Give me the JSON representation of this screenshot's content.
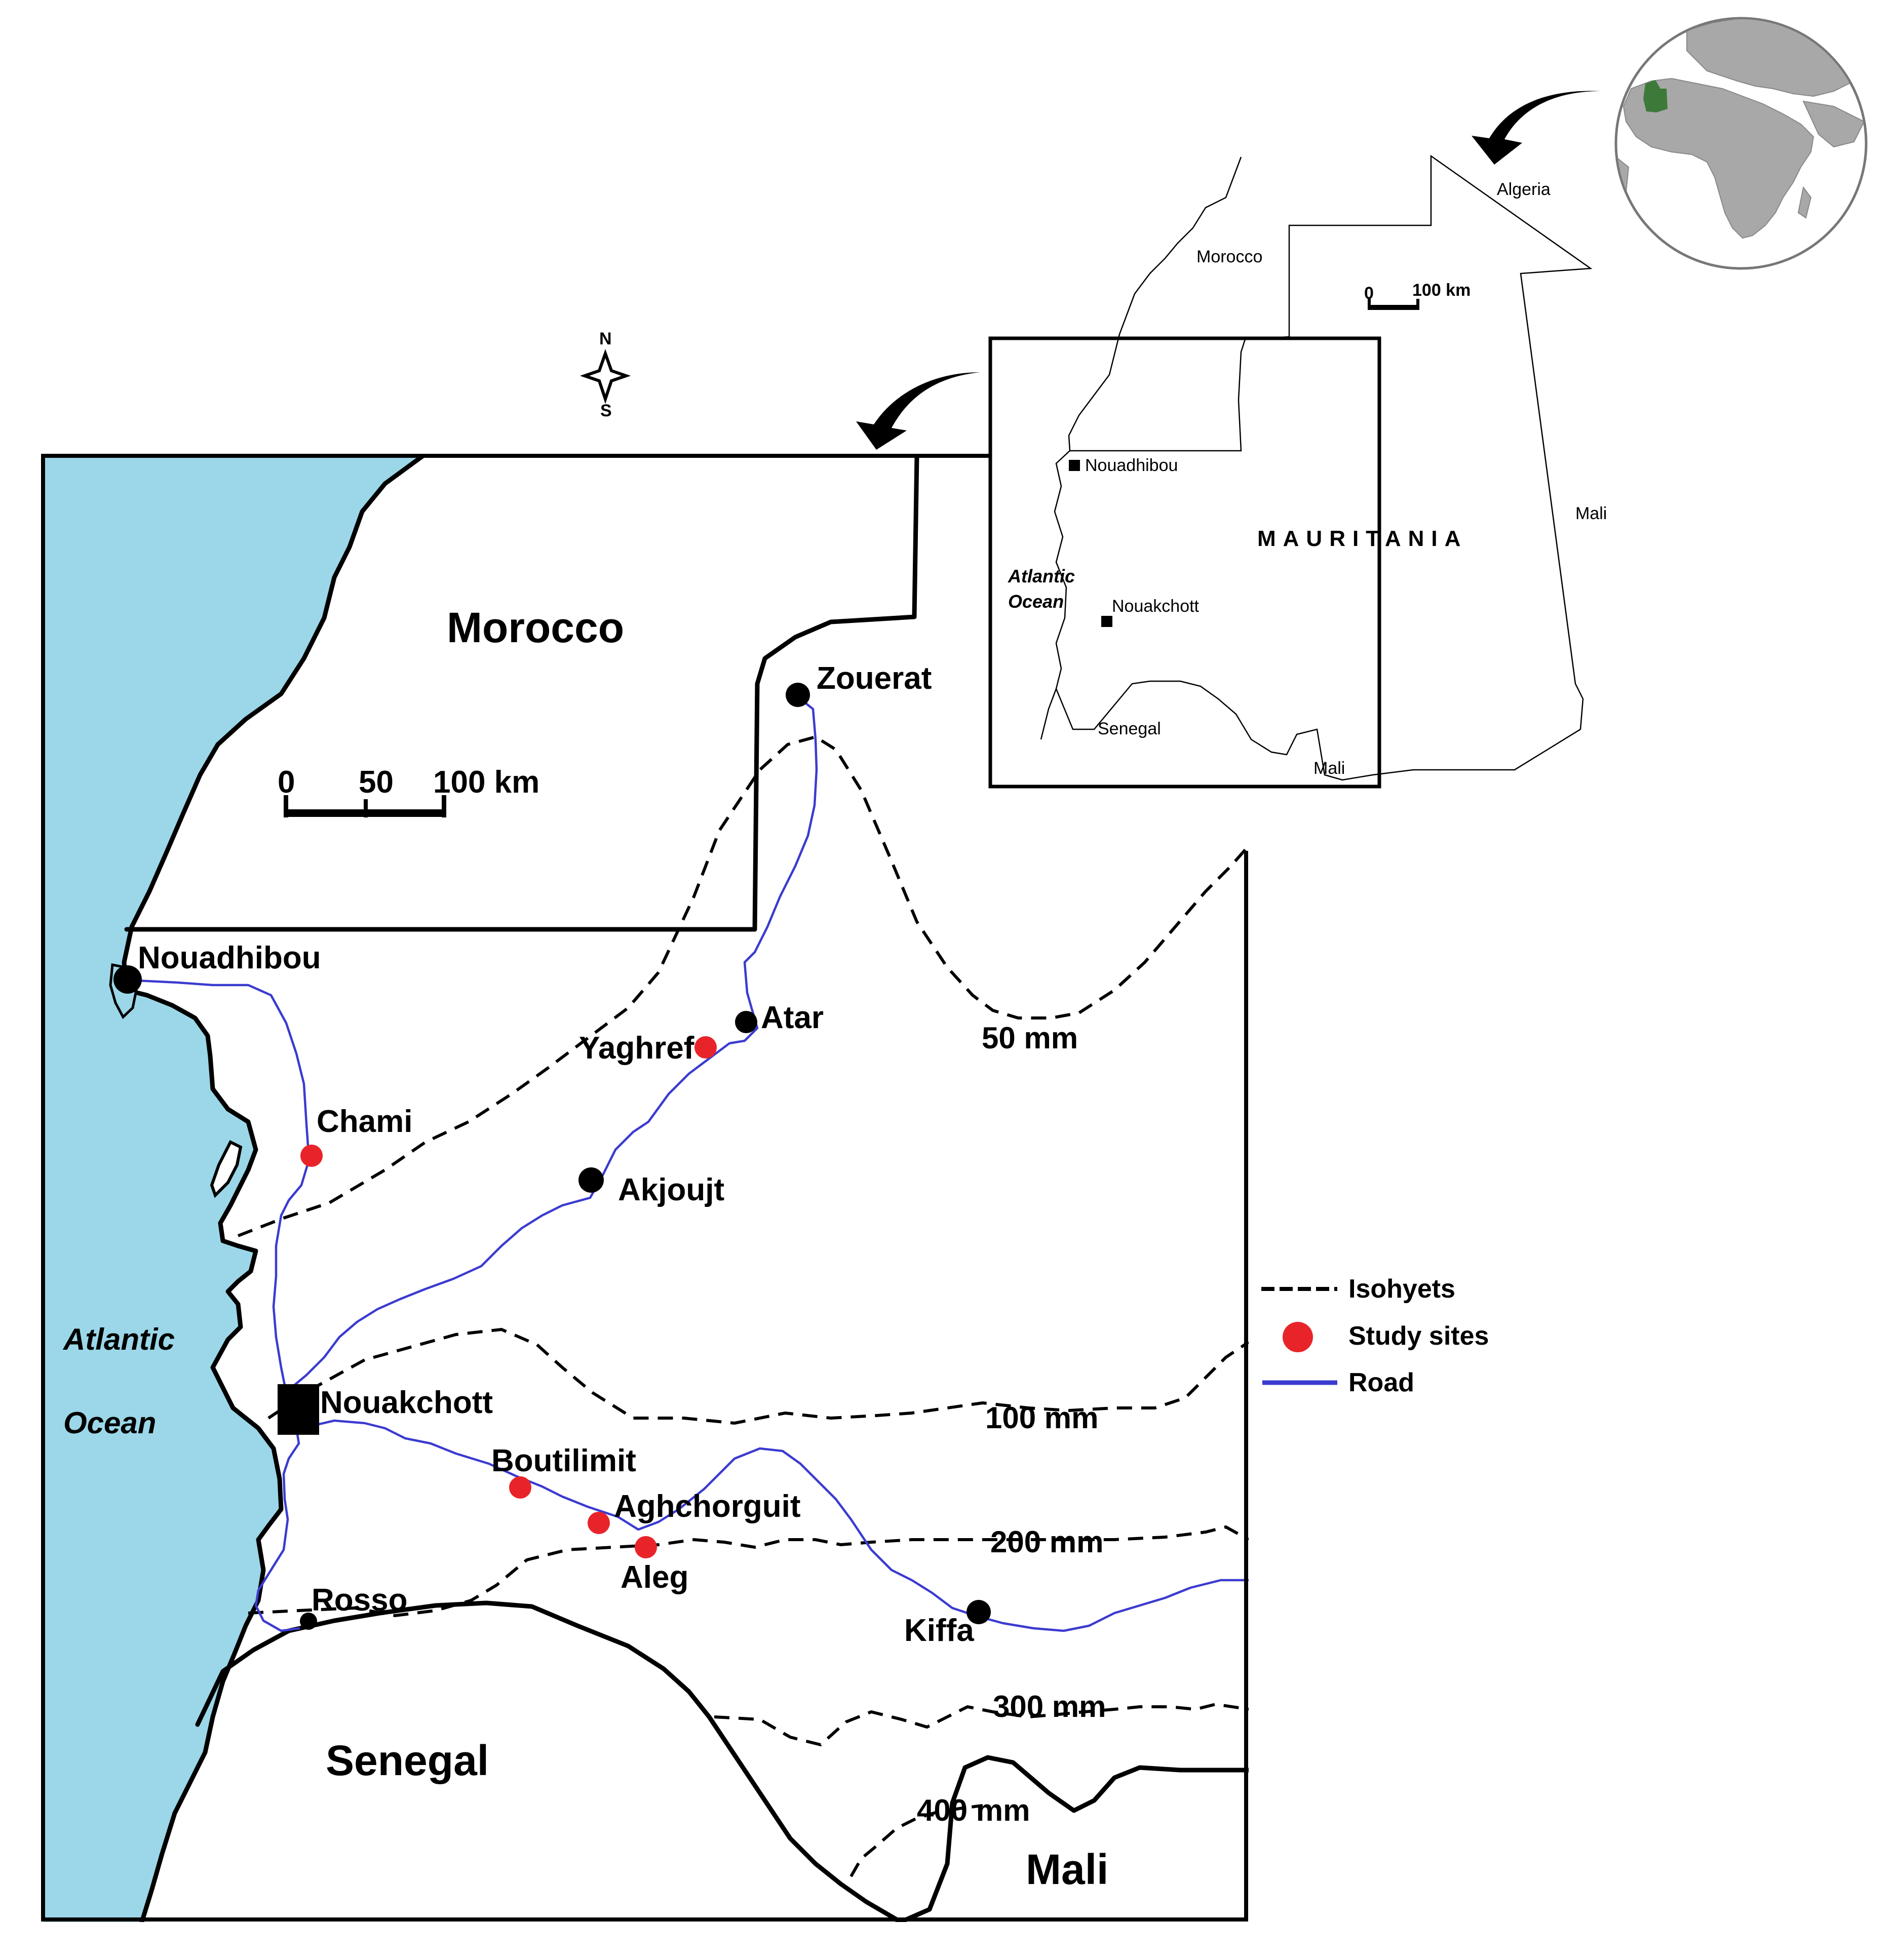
{
  "main_map": {
    "countries": {
      "morocco": "Morocco",
      "senegal": "Senegal",
      "mali": "Mali"
    },
    "ocean": {
      "line1": "Atlantic",
      "line2": "Ocean"
    },
    "cities": {
      "zouerat": "Zouerat",
      "nouadhibou": "Nouadhibou",
      "atar": "Atar",
      "yaghref": "Yaghref",
      "chami": "Chami",
      "akjoujt": "Akjoujt",
      "nouakchott": "Nouakchott",
      "boutilimit": "Boutilimit",
      "aghchorguit": "Aghchorguit",
      "aleg": "Aleg",
      "rosso": "Rosso",
      "kiffa": "Kiffa"
    },
    "isohyets": {
      "mm50": "50 mm",
      "mm100": "100 mm",
      "mm200": "200 mm",
      "mm300": "300 mm",
      "mm400": "400 mm"
    },
    "scale_bar": {
      "t0": "0",
      "t50": "50",
      "t100": "100 km"
    },
    "compass": {
      "north": "N",
      "south": "S"
    }
  },
  "legend": {
    "isohyets": "Isohyets",
    "study_sites": "Study sites",
    "road": "Road"
  },
  "inset": {
    "country": "MAURITANIA",
    "neighbors": {
      "morocco": "Morocco",
      "algeria": "Algeria",
      "mali_east": "Mali",
      "senegal": "Senegal",
      "mali_south": "Mali"
    },
    "ocean": {
      "line1": "Atlantic",
      "line2": "Ocean"
    },
    "cities": {
      "nouadhibou": "Nouadhibou",
      "nouakchott": "Nouakchott"
    },
    "scale_bar": {
      "t0": "0",
      "t100": "100 km"
    }
  },
  "colors": {
    "ocean": "#9bd7e8",
    "road": "#3b3bd0",
    "study_site": "#e8242a",
    "city": "#000000",
    "mauritania_globe": "#3d7a3a",
    "globe_land": "#a8a8a8",
    "globe_sea": "#ffffff"
  },
  "icons": {
    "compass": "compass-rose-icon",
    "arrows": "curved-arrow-icon",
    "globe": "globe-icon"
  }
}
